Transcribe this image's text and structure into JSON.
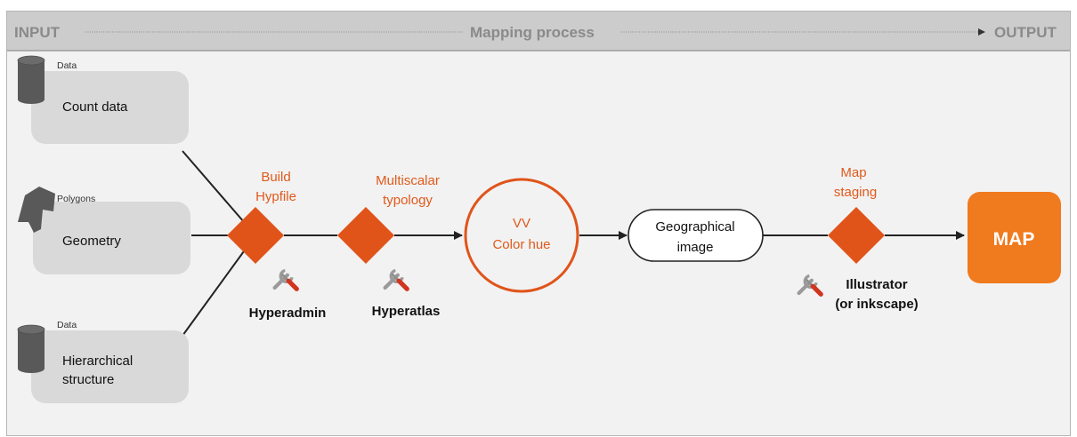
{
  "header": {
    "left": "INPUT",
    "center": "Mapping process",
    "right": "OUTPUT"
  },
  "inputs": {
    "count": {
      "tag": "Data",
      "label": "Count data"
    },
    "geometry": {
      "tag": "Polygons",
      "label": "Geometry"
    },
    "hierarchy": {
      "tag": "Data",
      "label_line1": "Hierarchical",
      "label_line2": "structure"
    }
  },
  "steps": {
    "build": {
      "line1": "Build",
      "line2": "Hypfile",
      "tool": "Hyperadmin"
    },
    "typology": {
      "line1": "Multiscalar",
      "line2": "typology",
      "tool": "Hyperatlas"
    },
    "color": {
      "line1": "VV",
      "line2": "Color hue"
    },
    "geo_image": {
      "line1": "Geographical",
      "line2": "image"
    },
    "staging": {
      "line1": "Map",
      "line2": "staging",
      "tool_line1": "Illustrator",
      "tool_line2": "(or inkscape)"
    }
  },
  "output": {
    "label": "MAP"
  },
  "colors": {
    "accent": "#e05a1c",
    "map_box": "#f07a1e",
    "header_bg": "#cccccc",
    "header_text": "#8a8a8a",
    "panel_bg": "#f2f2f2",
    "input_box": "#d9d9d9",
    "cylinder": "#595959",
    "edge": "#222222"
  },
  "icons": {
    "tool": "tools-icon",
    "database": "database-icon",
    "polygon": "polygon-icon"
  }
}
